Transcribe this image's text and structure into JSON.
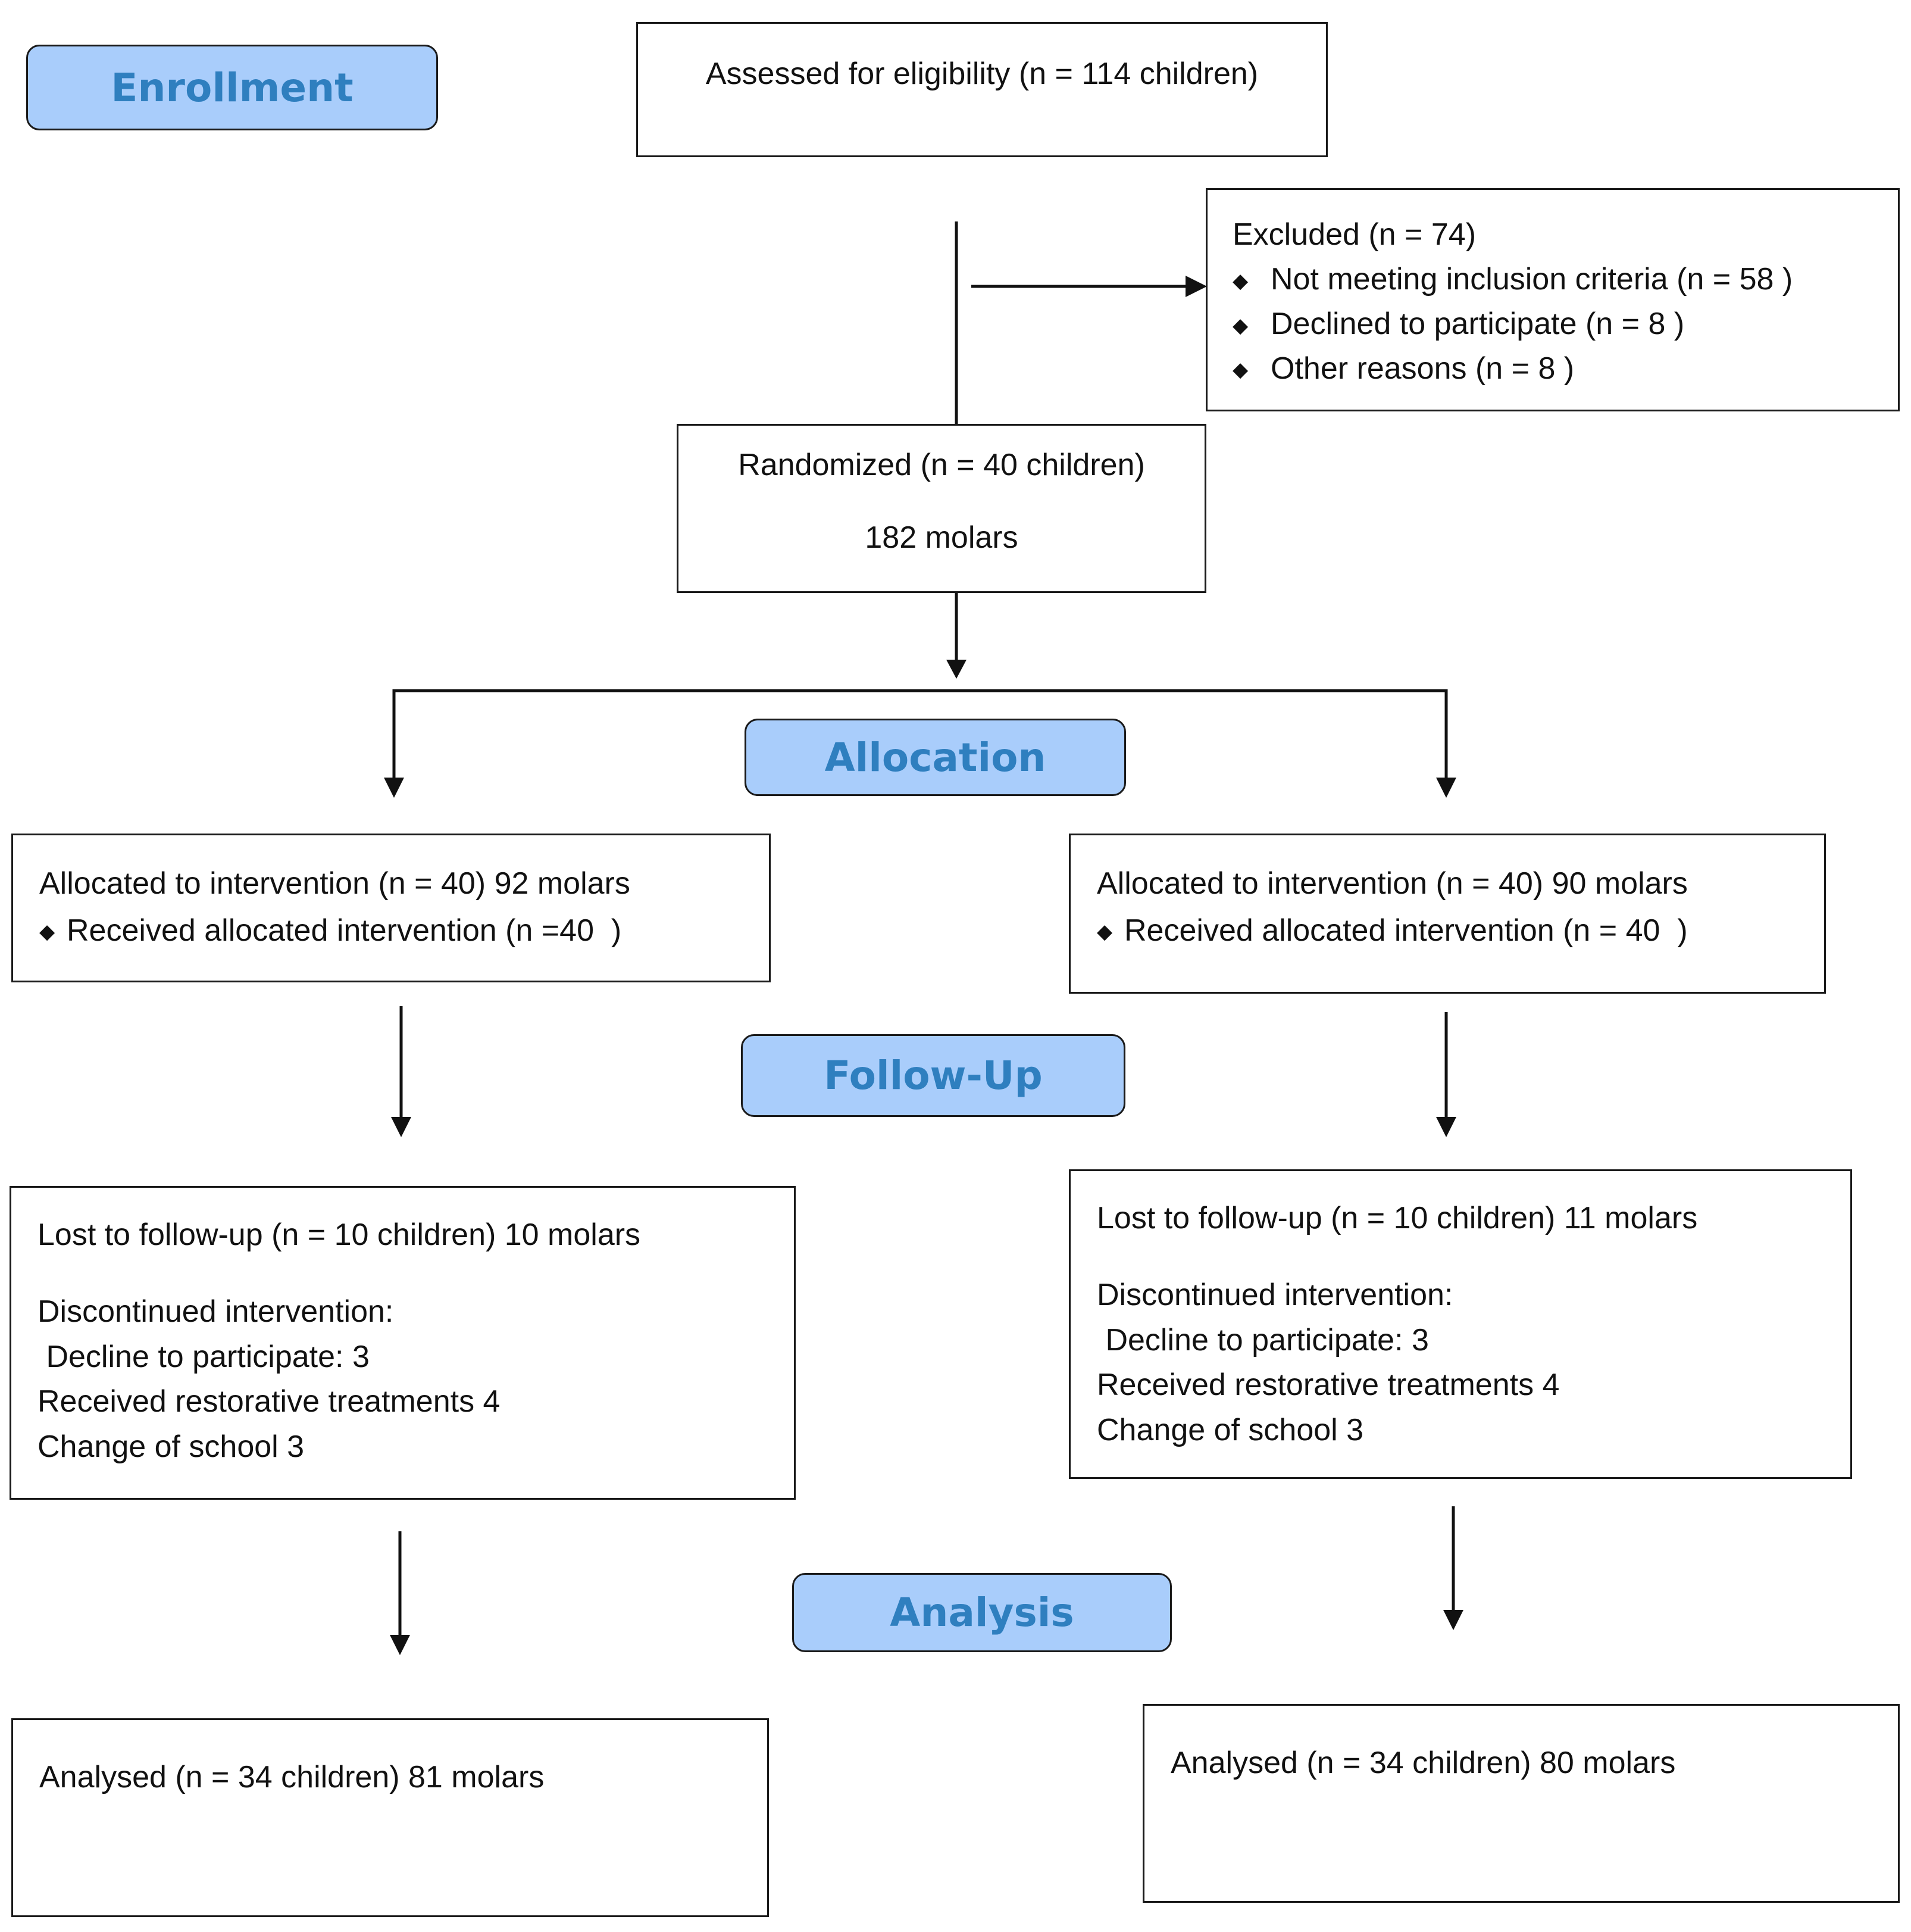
{
  "stages": {
    "enrollment": "Enrollment",
    "allocation": "Allocation",
    "follow_up": "Follow-Up",
    "analysis": "Analysis"
  },
  "assessed": {
    "text": "Assessed for eligibility (n = 114 children)"
  },
  "excluded": {
    "title": "Excluded (n = 74)",
    "items": [
      "Not meeting inclusion criteria (n = 58 )",
      "Declined to participate (n = 8 )",
      "Other reasons (n = 8 )"
    ]
  },
  "randomized": {
    "line1": "Randomized (n = 40 children)",
    "line2": "182 molars"
  },
  "allocation_left": {
    "line1": "Allocated to intervention (n = 40) 92 molars",
    "line2": "Received allocated intervention (n =40  )"
  },
  "allocation_right": {
    "line1": "Allocated to intervention (n = 40) 90 molars",
    "line2": "Received allocated intervention (n = 40  )"
  },
  "followup_left": {
    "lost": "Lost to follow-up (n = 10 children) 10 molars",
    "discontinued": "Discontinued intervention:",
    "decline": " Decline to participate: 3",
    "restorative": "Received restorative treatments 4",
    "school": "Change of school 3"
  },
  "followup_right": {
    "lost": "Lost to follow-up (n = 10 children) 11 molars",
    "discontinued": "Discontinued intervention:",
    "decline": " Decline to participate: 3",
    "restorative": "Received restorative treatments 4",
    "school": "Change of school 3"
  },
  "analysis_left": {
    "text": "Analysed (n = 34 children) 81 molars"
  },
  "analysis_right": {
    "text": "Analysed (n = 34 children) 80 molars"
  },
  "icons": {
    "bullet": "diamond-bullet-icon",
    "arrow": "arrow-down-icon"
  }
}
